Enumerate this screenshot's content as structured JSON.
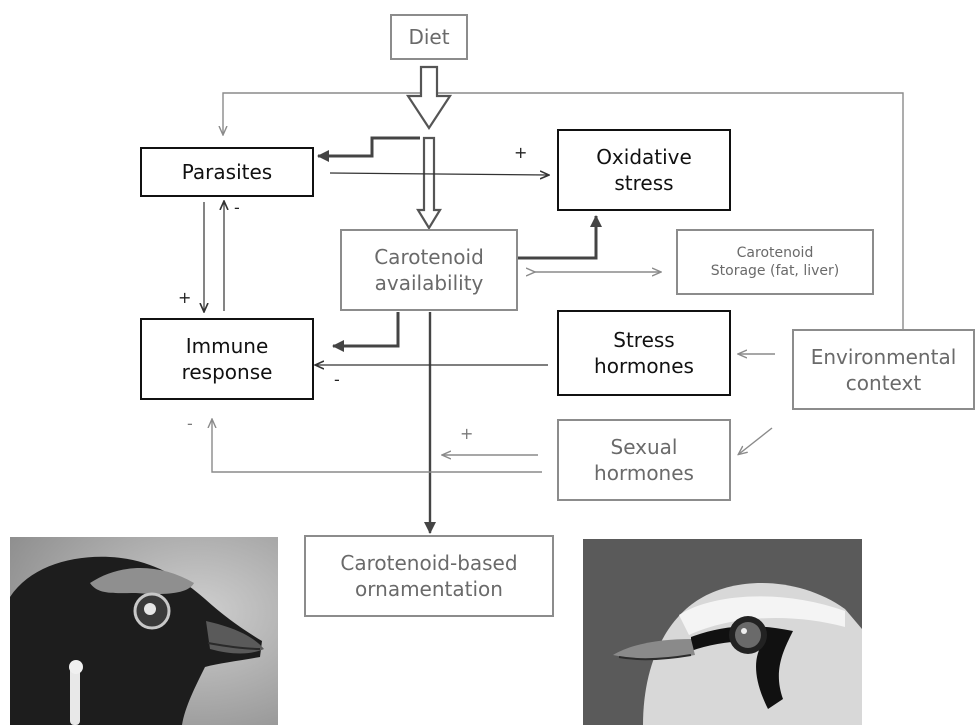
{
  "nodes": {
    "diet": "Diet",
    "parasites": "Parasites",
    "oxidative_stress": "Oxidative\nstress",
    "carotenoid_availability": "Carotenoid\navailability",
    "carotenoid_storage": "Carotenoid\nStorage (fat, liver)",
    "immune_response": "Immune\nresponse",
    "stress_hormones": "Stress\nhormones",
    "environmental_context": "Environmental\ncontext",
    "sexual_hormones": "Sexual\nhormones",
    "ornamentation": "Carotenoid-based\nornamentation"
  },
  "signs": {
    "parasites_to_oxidative": "+",
    "immune_to_parasites": "-",
    "parasites_to_immune": "+",
    "stress_to_immune": "-",
    "sexual_to_carotenoid": "+",
    "sexual_to_immune": "-"
  },
  "photos": {
    "left": "black-grouse-head",
    "right": "red-legged-partridge-head"
  }
}
